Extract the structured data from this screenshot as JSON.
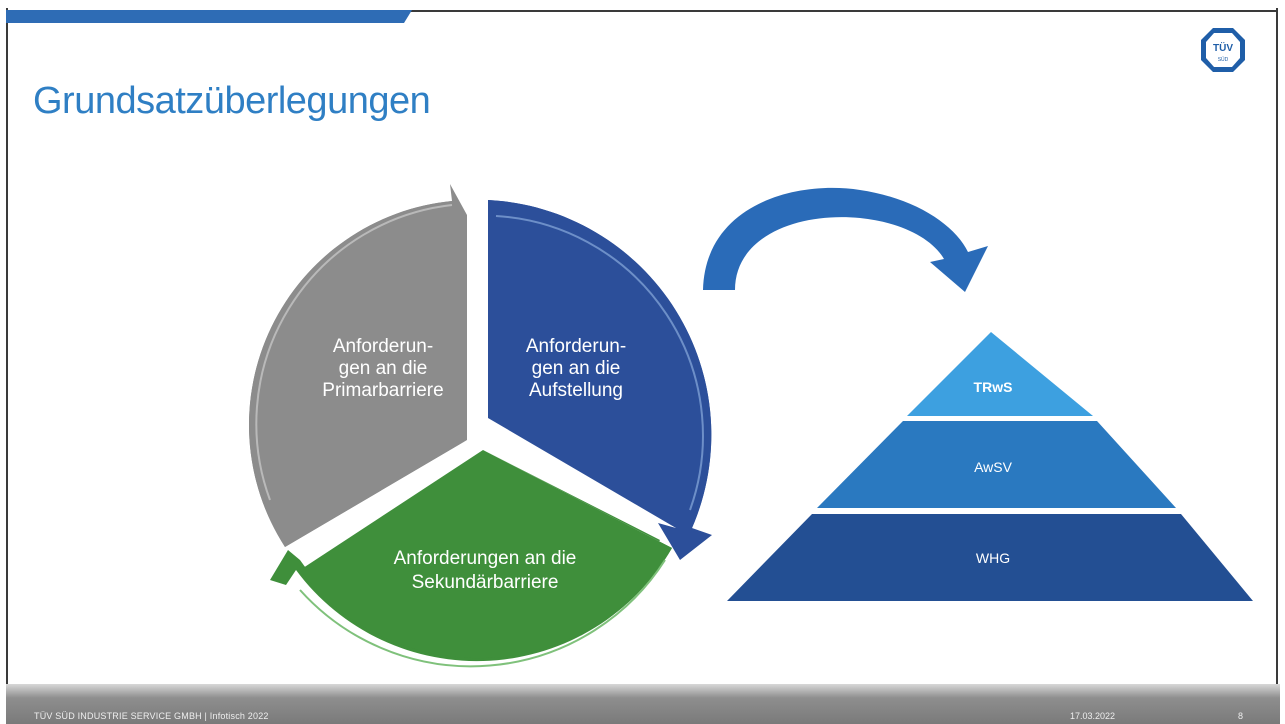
{
  "slide": {
    "title": "Grundsatzüberlegungen",
    "logo_text": "TÜV",
    "logo_subtext": "SÜD"
  },
  "cycle": {
    "segments": [
      {
        "lines": [
          "Anforderun-",
          "gen an die",
          "Primarbarriere"
        ],
        "color": "#8c8c8c"
      },
      {
        "lines": [
          "Anforderun-",
          "gen an die",
          "Aufstellung"
        ],
        "color": "#2c4f9a"
      },
      {
        "lines": [
          "Anforderungen an die",
          "Sekundärbarriere"
        ],
        "color": "#3f8f3b"
      }
    ]
  },
  "pyramid": {
    "levels": [
      {
        "label": "TRwS",
        "color": "#3da0e0"
      },
      {
        "label": "AwSV",
        "color": "#2a79c0"
      },
      {
        "label": "WHG",
        "color": "#234f93"
      }
    ],
    "arrow_color": "#2a6bb8"
  },
  "footer": {
    "left": "TÜV SÜD INDUSTRIE SERVICE GMBH | Infotisch 2022",
    "date": "17.03.2022",
    "page": "8"
  }
}
